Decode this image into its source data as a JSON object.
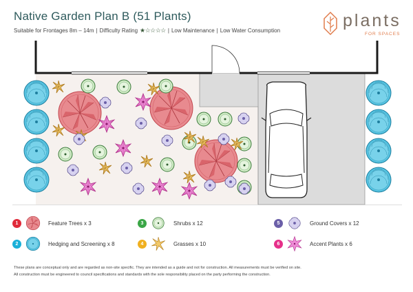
{
  "header": {
    "title": "Native Garden Plan B (51 Plants)",
    "subtitle_part1": "Suitable for Frontages 8m – 14m",
    "sep": "|",
    "difficulty_label": "Difficulty Rating",
    "difficulty_stars": "★☆☆☆☆",
    "maintenance": "Low Maintenance",
    "water": "Low Water Consumption"
  },
  "logo": {
    "word": "plants",
    "sub": "FOR SPACES",
    "colors": {
      "word": "#7b6e63",
      "sub": "#e07b4a"
    }
  },
  "legend": {
    "items": [
      {
        "num": "1",
        "label": "Feature Trees x 3",
        "color": "#e02a3a",
        "icon": "feature-tree-icon"
      },
      {
        "num": "2",
        "label": "Hedging and Screening x 8",
        "color": "#1ab0d8",
        "icon": "hedge-icon"
      },
      {
        "num": "3",
        "label": "Shrubs x 12",
        "color": "#3aa646",
        "icon": "shrub-icon"
      },
      {
        "num": "4",
        "label": "Grasses x 10",
        "color": "#f0b020",
        "icon": "grass-icon"
      },
      {
        "num": "5",
        "label": "Ground Covers x 12",
        "color": "#6b5fa8",
        "icon": "groundcover-icon"
      },
      {
        "num": "6",
        "label": "Accent Plants x 6",
        "color": "#e6308a",
        "icon": "accent-plant-icon"
      }
    ]
  },
  "disclaimer": {
    "line1": "These plans are conceptual only and are regarded as non-site specific. They are intended as a guide and not for construction. All measurements must be verified on site.",
    "line2": "All construction must be engineered to council specifications and standards with the sole responsibility placed on the party performing the construction."
  },
  "colors": {
    "tree": "#e88a8f",
    "hedge": "#4ec0e0",
    "shrub": "#bfe3b3",
    "grass": "#e8b24a",
    "ground": "#c9c4e8",
    "accent": "#e070c8",
    "bed": "#f5f2ef",
    "driveway": "#dcdcdc"
  }
}
